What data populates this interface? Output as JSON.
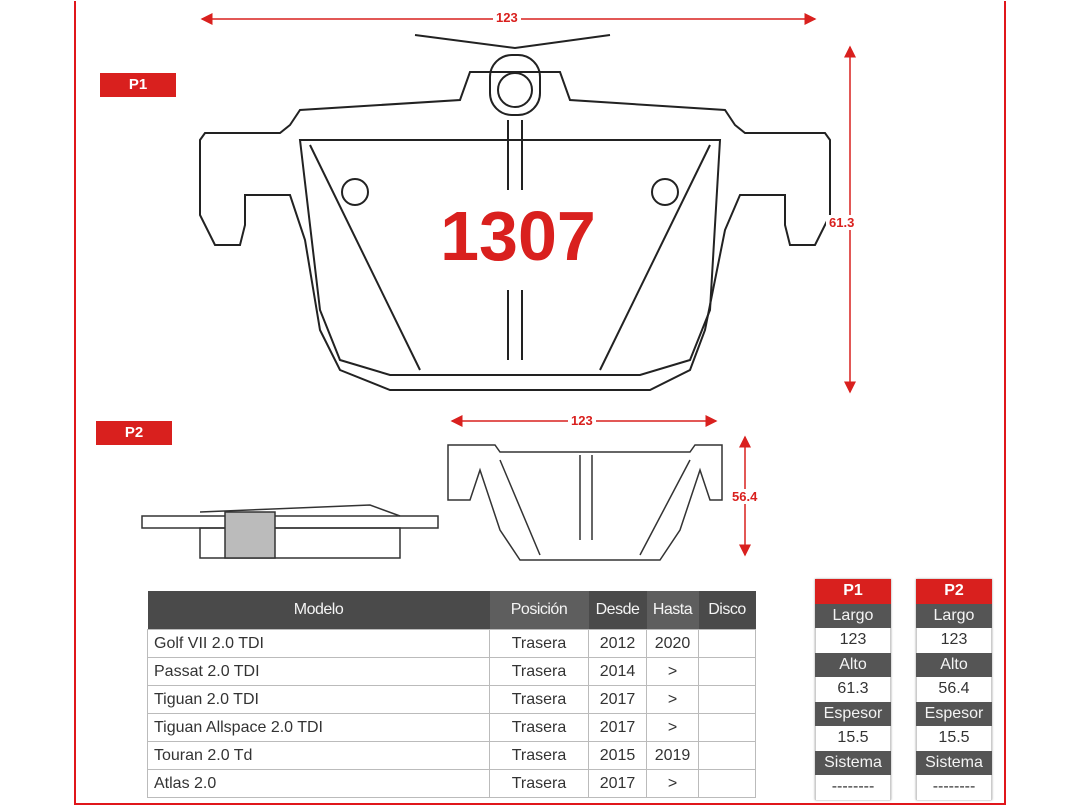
{
  "part_number": "1307",
  "labels": {
    "p1": "P1",
    "p2": "P2"
  },
  "dimensions": {
    "p1_length": "123",
    "p1_height": "61.3",
    "p2_length": "123",
    "p2_height": "56.4"
  },
  "table": {
    "headers": [
      "Modelo",
      "Posición",
      "Desde",
      "Hasta",
      "Disco"
    ],
    "rows": [
      [
        "Golf VII 2.0 TDI",
        "Trasera",
        "2012",
        "2020",
        ""
      ],
      [
        "Passat 2.0 TDI",
        "Trasera",
        "2014",
        ">",
        ""
      ],
      [
        "Tiguan 2.0 TDI",
        "Trasera",
        "2017",
        ">",
        ""
      ],
      [
        "Tiguan Allspace 2.0 TDI",
        "Trasera",
        "2017",
        ">",
        ""
      ],
      [
        "Touran 2.0 Td",
        "Trasera",
        "2015",
        "2019",
        ""
      ],
      [
        "Atlas 2.0",
        "Trasera",
        "2017",
        ">",
        ""
      ]
    ]
  },
  "specs": [
    {
      "title": "P1",
      "largo_label": "Largo",
      "largo": "123",
      "alto_label": "Alto",
      "alto": "61.3",
      "espesor_label": "Espesor",
      "espesor": "15.5",
      "sistema_label": "Sistema",
      "sistema": "--------"
    },
    {
      "title": "P2",
      "largo_label": "Largo",
      "largo": "123",
      "alto_label": "Alto",
      "alto": "56.4",
      "espesor_label": "Espesor",
      "espesor": "15.5",
      "sistema_label": "Sistema",
      "sistema": "--------"
    }
  ],
  "colors": {
    "accent": "#d9201e",
    "header": "#4a4a4a"
  }
}
